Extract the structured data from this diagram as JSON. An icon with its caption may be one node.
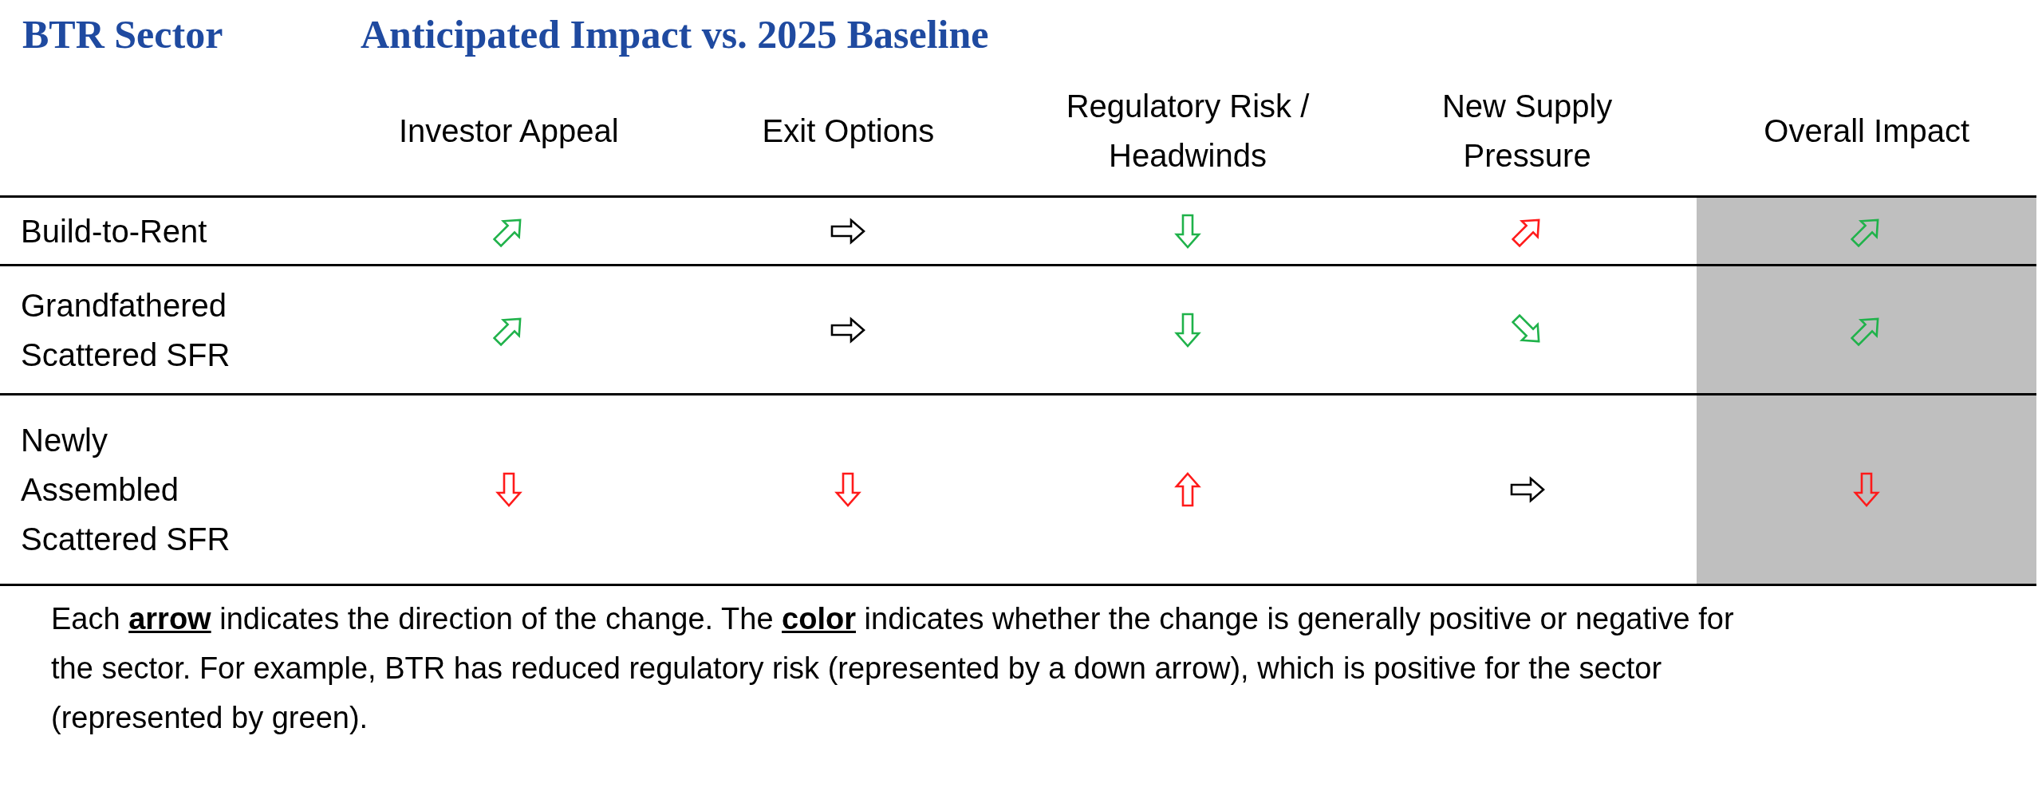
{
  "diagram": {
    "labels": [
      "BTR Sector",
      "Anticipated Impact vs. 2025 Baseline",
      "Investor Appeal",
      "Exit Options",
      "Regulatory Risk / Headwinds",
      "New Supply Pressure",
      "Overall Impact",
      "Build-to-Rent",
      "Grandfathered Scattered SFR",
      "Newly Assembled Scattered SFR",
      "Each **arrow** indicates the direction of the change. The **color** indicates whether the change is generally positive or negative for the sector. For example, BTR has reduced regulatory risk (represented by a down arrow), which is positive for the sector (represented by green)."
    ]
  }
}
